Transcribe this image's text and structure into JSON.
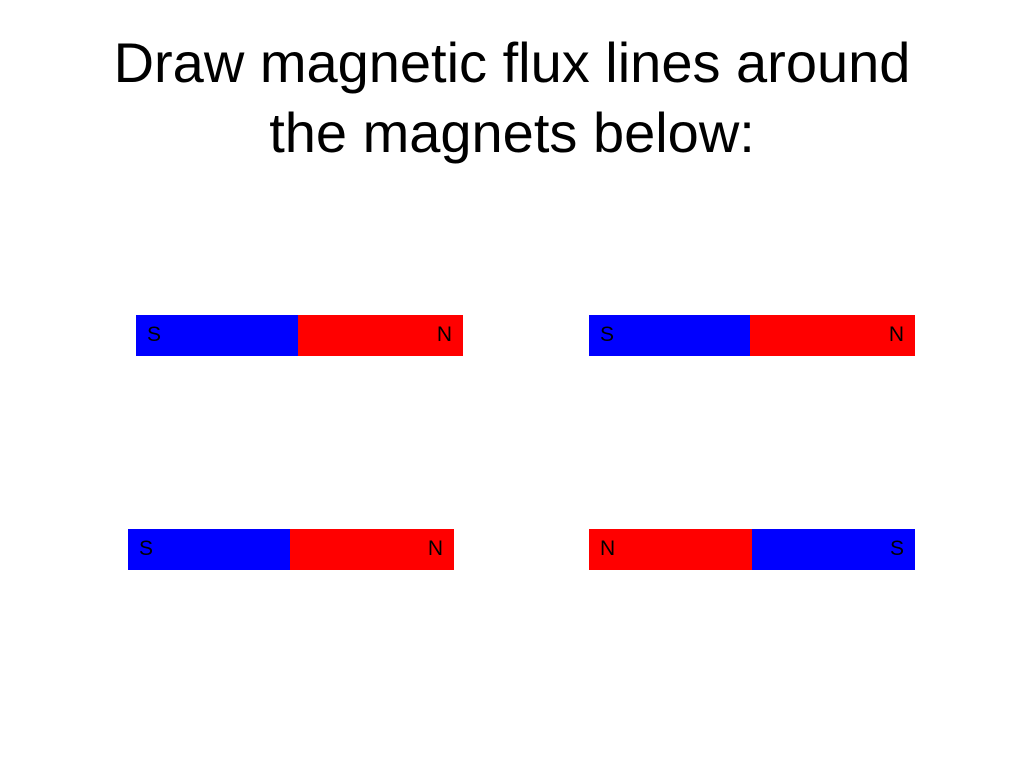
{
  "title": {
    "line1": "Draw magnetic flux lines around",
    "line2": "the magnets below:"
  },
  "colors": {
    "south_pole": "#0000FF",
    "north_pole": "#FF0000",
    "background": "#FFFFFF"
  },
  "magnets": [
    {
      "left_label": "S",
      "right_label": "N",
      "left_pole": "south",
      "right_pole": "north"
    },
    {
      "left_label": "S",
      "right_label": "N",
      "left_pole": "south",
      "right_pole": "north"
    },
    {
      "left_label": "S",
      "right_label": "N",
      "left_pole": "south",
      "right_pole": "north"
    },
    {
      "left_label": "N",
      "right_label": "S",
      "left_pole": "north",
      "right_pole": "south"
    }
  ]
}
